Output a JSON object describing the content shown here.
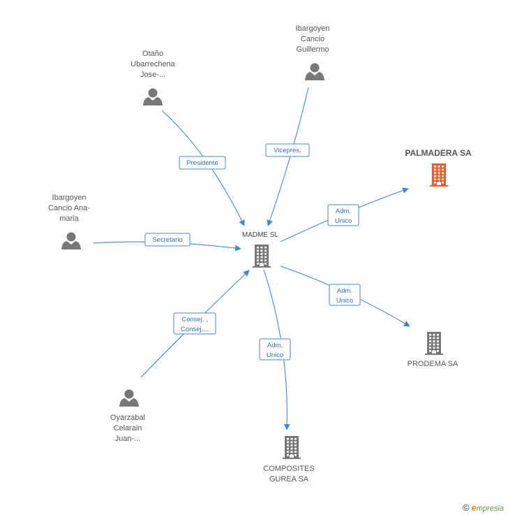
{
  "nodes": [
    {
      "id": "madme",
      "type": "company",
      "lines": [
        "MADME SL"
      ],
      "color": "#777777",
      "center": true
    },
    {
      "id": "palmadera",
      "type": "company",
      "lines": [
        "PALMADERA SA"
      ],
      "color": "#f0592a",
      "highlight": true
    },
    {
      "id": "prodema",
      "type": "company",
      "lines": [
        "PRODEMA SA"
      ],
      "color": "#777777"
    },
    {
      "id": "composites",
      "type": "company",
      "lines": [
        "COMPOSITES",
        "GUREA SA"
      ],
      "color": "#777777"
    },
    {
      "id": "otano",
      "type": "person",
      "lines": [
        "Otaño",
        "Ubarrechena",
        "Jose-..."
      ],
      "color": "#777777"
    },
    {
      "id": "ibargoyen_g",
      "type": "person",
      "lines": [
        "Ibargoyen",
        "Cancio",
        "Guillermo"
      ],
      "color": "#777777"
    },
    {
      "id": "ibargoyen_a",
      "type": "person",
      "lines": [
        "Ibargoyen",
        "Cancio Ana-",
        "maria"
      ],
      "color": "#777777"
    },
    {
      "id": "oyarzabal",
      "type": "person",
      "lines": [
        "Oyarzabal",
        "Celarain",
        "Juan-..."
      ],
      "color": "#777777"
    }
  ],
  "edges": [
    {
      "from": "otano",
      "to": "madme",
      "label": [
        "Presidente"
      ]
    },
    {
      "from": "ibargoyen_g",
      "to": "madme",
      "label": [
        "Vicepres."
      ]
    },
    {
      "from": "ibargoyen_a",
      "to": "madme",
      "label": [
        "Secretario"
      ]
    },
    {
      "from": "oyarzabal",
      "to": "madme",
      "label": [
        "Consej. ,",
        "Consej...."
      ]
    },
    {
      "from": "madme",
      "to": "palmadera",
      "label": [
        "Adm.",
        "Unico"
      ]
    },
    {
      "from": "madme",
      "to": "prodema",
      "label": [
        "Adm.",
        "Unico"
      ]
    },
    {
      "from": "madme",
      "to": "composites",
      "label": [
        "Adm.",
        "Unico"
      ]
    }
  ],
  "colors": {
    "edge": "#3f88d8",
    "highlight": "#f0592a",
    "neutral": "#777777"
  },
  "footer": {
    "copyright": "©",
    "brand_initial": "e",
    "brand_rest": "mpresia"
  }
}
